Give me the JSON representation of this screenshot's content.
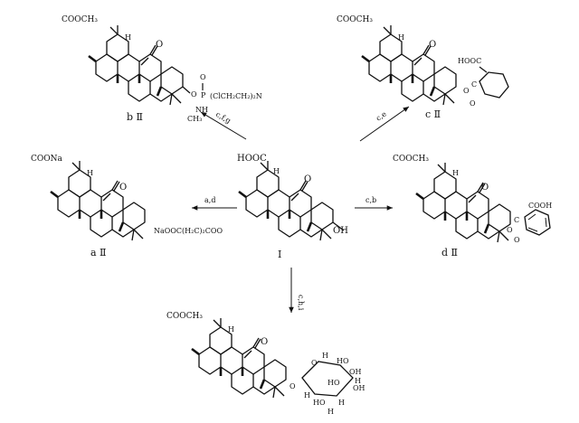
{
  "compounds": {
    "center": {
      "id": "I",
      "groups": {
        "acid": "HOOC",
        "oxo": "O",
        "hydroxyl": "OH",
        "h": "H"
      }
    },
    "top_left": {
      "id": "b Ⅱ",
      "groups": {
        "ester": "COOCH₃",
        "oxo": "O",
        "h": "H",
        "p_o": "O",
        "p": "P",
        "p_nh": "NH",
        "p_o_link": "O",
        "p_chain": "(ClCH₂CH₂)₂N",
        "methyl": "CH₃"
      }
    },
    "top_right": {
      "id": "c Ⅱ",
      "groups": {
        "ester": "COOCH₃",
        "oxo": "O",
        "h": "H",
        "acid": "HOOC",
        "link_o": "O",
        "carbonyl_o": "O",
        "c": "C"
      }
    },
    "mid_left": {
      "id": "a Ⅱ",
      "groups": {
        "ester": "COONa",
        "oxo": "O",
        "h": "H",
        "chain": "NaOOC(H₂C)₂COO"
      }
    },
    "mid_right": {
      "id": "d Ⅱ",
      "groups": {
        "ester": "COOCH₃",
        "oxo": "O",
        "h": "H",
        "acid": "COOH",
        "link_o": "O",
        "carbonyl_o": "O",
        "c": "C"
      }
    },
    "bottom": {
      "id": "",
      "groups": {
        "ester": "COOCH₃",
        "oxo": "O",
        "h": "H",
        "ring_o": "O",
        "ho1": "HO",
        "ho2": "HO",
        "oh1": "OH",
        "oh2": "OH",
        "oh3": "HO",
        "rh1": "H",
        "rh2": "H",
        "rh3": "H",
        "rh4": "H",
        "rh5": "H",
        "link_o": "O"
      }
    }
  },
  "arrows": {
    "to_top_left": "c,f,g",
    "to_top_right": "c,e",
    "to_mid_left": "a,d",
    "to_mid_right": "c,b",
    "to_bottom": "c,h,i"
  }
}
